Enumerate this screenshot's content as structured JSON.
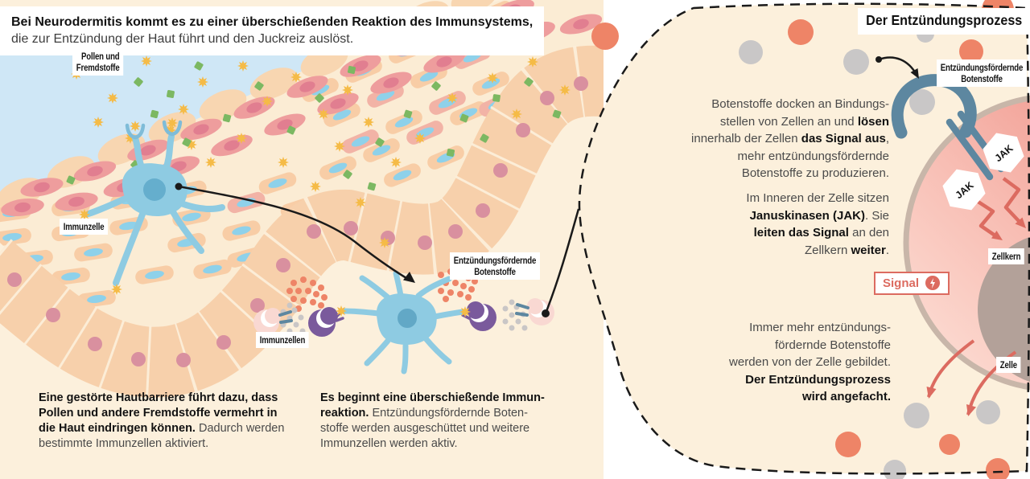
{
  "intro": {
    "segments": [
      {
        "t": "Bei Neurodermitis kommt es zu einer überschießenden Reaktion des Immunsystems,",
        "b": true
      },
      {
        "t": "\ndie zur Entzündung der Haut führt und den Juckreiz auslöst.",
        "b": false
      }
    ]
  },
  "skin_scene": {
    "labels": {
      "pollen": "Pollen und\nFremdstoffe",
      "immunzelle": "Immunzelle",
      "immunzellen": "Immunzellen",
      "botenstoffe": "Entzündungsfördernde\nBotenstoffe"
    },
    "captions": [
      {
        "segments": [
          {
            "t": "Eine gestörte Hautbarriere führt dazu, dass\nPollen und andere Fremdstoffe vermehrt in\ndie Haut eindringen können.",
            "b": true
          },
          {
            "t": " Dadurch werden\nbestimmte Immunzellen aktiviert.",
            "b": false
          }
        ]
      },
      {
        "segments": [
          {
            "t": "Es beginnt eine überschießende Immun-\nreaktion.",
            "b": true
          },
          {
            "t": " Entzündungsfördernde Boten-\nstoffe werden ausgeschüttet und weitere\nImmunzellen werden aktiv.",
            "b": false
          }
        ]
      }
    ]
  },
  "process_panel": {
    "title": "Der Entzündungsprozess",
    "botenstoffe_label": "Entzündungsfördernde\nBotenstoffe",
    "signal_label": "Signal",
    "jak_label": "JAK",
    "zellkern_label": "Zellkern",
    "zelle_label": "Zelle",
    "texts": [
      {
        "segments": [
          {
            "t": "Botenstoffe docken an Bindungs-\nstellen von Zellen an und ",
            "b": false
          },
          {
            "t": "lösen",
            "b": true
          },
          {
            "t": "\ninnerhalb der Zellen ",
            "b": false
          },
          {
            "t": "das Signal aus",
            "b": true
          },
          {
            "t": ",\nmehr entzündungsfördernde\nBotenstoffe zu produzieren.",
            "b": false
          }
        ]
      },
      {
        "segments": [
          {
            "t": "Im Inneren der Zelle sitzen\n",
            "b": false
          },
          {
            "t": "Januskinasen (JAK)",
            "b": true
          },
          {
            "t": ". Sie\n",
            "b": false
          },
          {
            "t": "leiten das Signal",
            "b": true
          },
          {
            "t": " an den\nZellkern ",
            "b": false
          },
          {
            "t": "weiter",
            "b": true
          },
          {
            "t": ".",
            "b": false
          }
        ]
      },
      {
        "segments": [
          {
            "t": "Immer mehr entzündungs-\nfördernde Botenstoffe\nwerden von der Zelle gebildet.\n",
            "b": false
          },
          {
            "t": "Der Entzündungsprozess\nwird angefacht.",
            "b": true
          }
        ]
      }
    ]
  },
  "colors": {
    "background_cream": "#fcf0dc",
    "sky_blue": "#cfe7f6",
    "skin_base": "#fbecd4",
    "skin_cell_peach": "#f8cda6",
    "skin_cell_pink": "#f2b3a6",
    "cell_nucleus_blue": "#8ed1ea",
    "spindle_pink": "#ee9d9d",
    "spindle_nucleus": "#e17e90",
    "band_cell": "#f7d0ab",
    "band_nucleus": "#d9909f",
    "immune_cell_blue": "#8ecbe2",
    "immune_nucleus": "#65aecd",
    "purple_cell": "#7a5a9c",
    "pink_immune_cell": "#f9d8d2",
    "orange_dot": "#ee8467",
    "gray_dot": "#c9c7c7",
    "pollen_yellow": "#f5bb47",
    "fremdstoff_green": "#7cb862",
    "receptor_blue": "#5d87a0",
    "signal_red": "#dc6b60",
    "cell_border": "#c8b6a9",
    "nucleus_brown": "#b3a199",
    "line_black": "#1a1a1a"
  }
}
